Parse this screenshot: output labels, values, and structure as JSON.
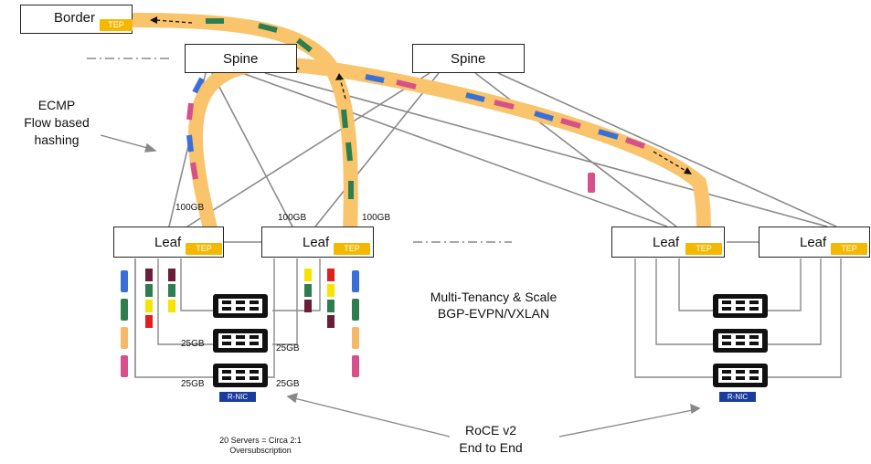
{
  "nodes": {
    "border": {
      "label": "Border",
      "tep": "TEP"
    },
    "spine1": {
      "label": "Spine"
    },
    "spine2": {
      "label": "Spine"
    },
    "leaf1": {
      "label": "Leaf",
      "tep": "TEP"
    },
    "leaf2": {
      "label": "Leaf",
      "tep": "TEP"
    },
    "leaf3": {
      "label": "Leaf",
      "tep": "TEP"
    },
    "leaf4": {
      "label": "Leaf",
      "tep": "TEP"
    }
  },
  "link_labels": {
    "l1": "100GB",
    "l2": "100GB",
    "l3": "100GB",
    "s1": "25GB",
    "s2": "25GB",
    "s3": "25GB",
    "s4": "25GB"
  },
  "nic_labels": {
    "left": "R-NIC",
    "right": "R-NIC"
  },
  "annotations": {
    "ecmp": [
      "ECMP",
      "Flow based",
      "hashing"
    ],
    "tenancy": [
      "Multi-Tenancy & Scale",
      "BGP-EVPN/VXLAN"
    ],
    "roce": [
      "RoCE v2",
      "End to End"
    ],
    "servers": [
      "20 Servers = Circa 2:1",
      "Oversubscription"
    ]
  },
  "colors": {
    "flow_band": "#f9c46b",
    "tep": "#f5b800",
    "blue": "#3b6fd8",
    "pink": "#d6518a",
    "green": "#2e7d4f",
    "maroon": "#6b1e3a",
    "red": "#e02020",
    "yellow": "#f5e400",
    "orange": "#f6b96a",
    "nic": "#1a3c9e",
    "line": "#7f7f7f"
  }
}
